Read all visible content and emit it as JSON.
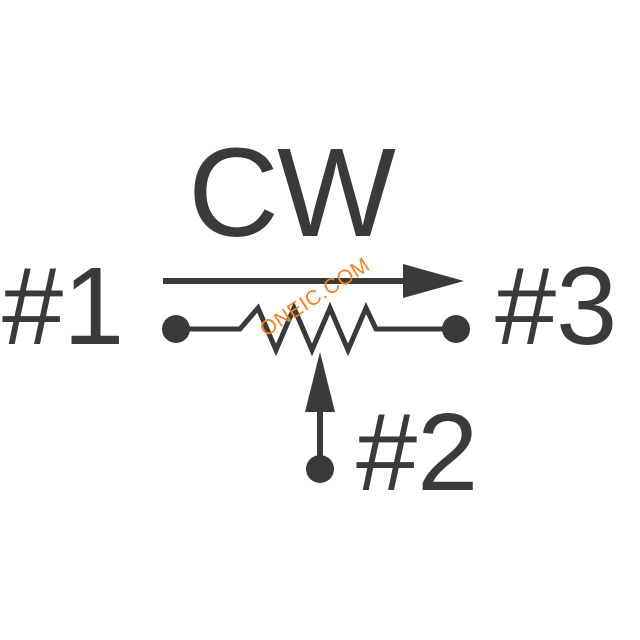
{
  "labels": {
    "direction": "CW",
    "pin_1": "#1",
    "pin_2": "#2",
    "pin_3": "#3"
  },
  "watermark": "ONEIC.COM",
  "colors": {
    "ink": "#3a3a3c",
    "watermark": "#f5821f",
    "background": "#ffffff"
  }
}
